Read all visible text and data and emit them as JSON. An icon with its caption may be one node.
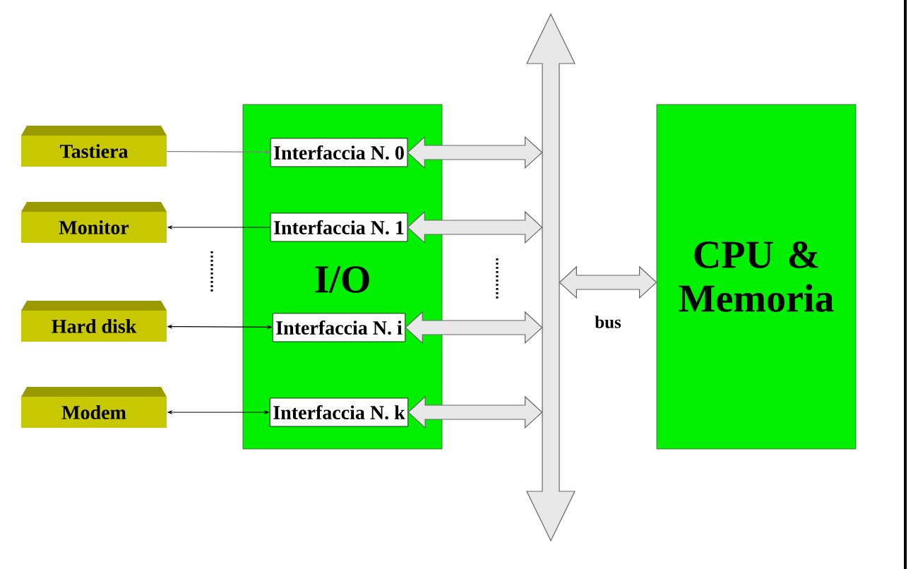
{
  "diagram": {
    "nodes": [
      {
        "text": [
          "Tastiera"
        ]
      },
      {
        "text": [
          "Monitor"
        ]
      },
      {
        "text": [
          "Hard disk"
        ]
      },
      {
        "text": [
          "Modem"
        ]
      },
      {
        "text": [
          "I/O"
        ]
      },
      {
        "text": [
          "Interfaccia N. 0"
        ],
        "in": 4
      },
      {
        "text": [
          "Interfaccia N. 1"
        ],
        "in": 4
      },
      {
        "text": [
          "Interfaccia N. i"
        ],
        "in": 4
      },
      {
        "text": [
          "Interfaccia N. k"
        ],
        "in": 4
      },
      {
        "text": [],
        "shape": "bar"
      },
      {
        "text": [
          "CPU & Memoria"
        ]
      }
    ],
    "edges": [
      {
        "from": 0,
        "to": 5,
        "arrow": "to",
        "color": "#808080"
      },
      {
        "from": 6,
        "to": 1,
        "arrow": "to"
      },
      {
        "from": 2,
        "to": 7,
        "arrow": "both"
      },
      {
        "from": 3,
        "to": 8,
        "arrow": "both"
      },
      {
        "from": 5,
        "to": 9,
        "arrow": "both",
        "style": "thick"
      },
      {
        "from": 6,
        "to": 9,
        "arrow": "both",
        "style": "thick"
      },
      {
        "from": 7,
        "to": 9,
        "arrow": "both",
        "style": "thick"
      },
      {
        "from": 8,
        "to": 9,
        "arrow": "both",
        "style": "thick"
      },
      {
        "from": 9,
        "to": 10,
        "arrow": "both",
        "style": "thick",
        "label": "bus"
      }
    ]
  }
}
